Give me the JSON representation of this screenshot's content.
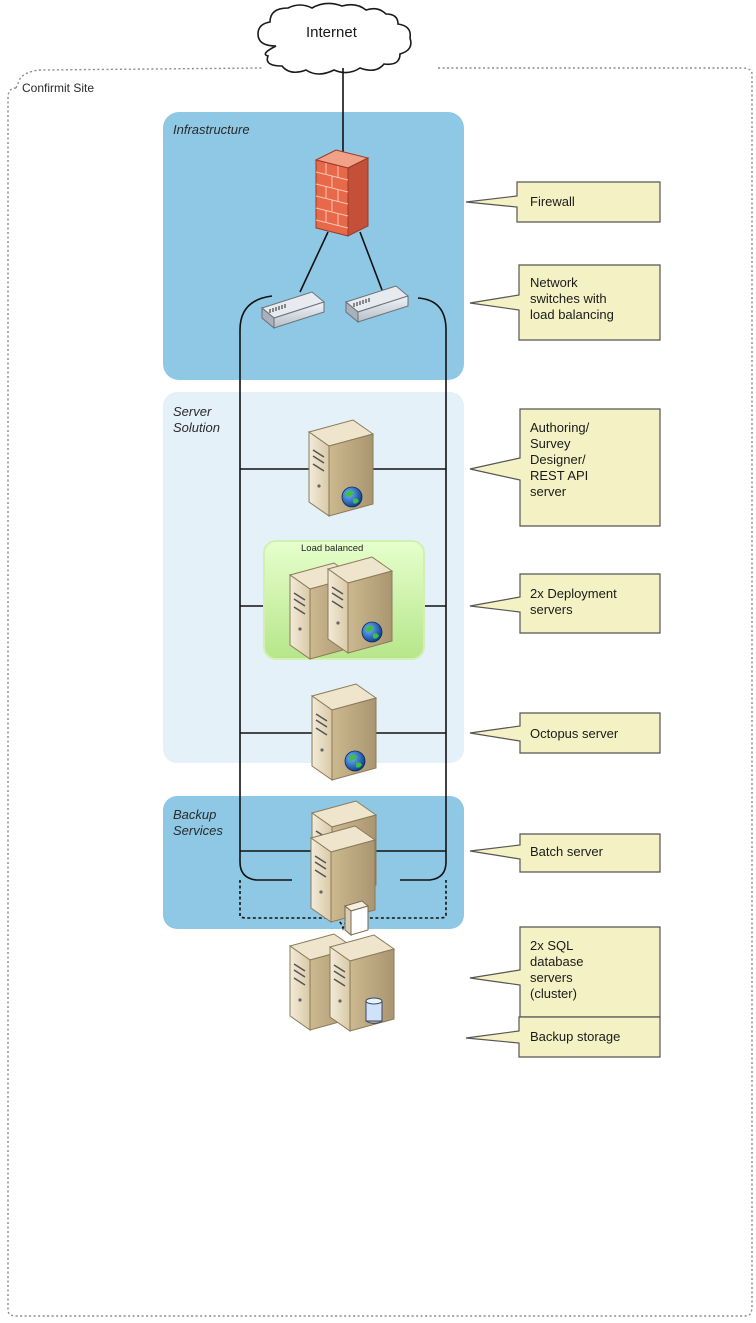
{
  "site_label": "Confirmit Site",
  "internet_label": "Internet",
  "zones": {
    "infrastructure": "Infrastructure",
    "server_solution": "Server\nSolution",
    "backup_services": "Backup\nServices"
  },
  "load_balanced_label": "Load balanced",
  "callouts": [
    "Firewall",
    "Network\nswitches with\nload balancing",
    "Authoring/\nSurvey\nDesigner/\nREST API\nserver",
    "2x Deployment\nservers",
    "Octopus server",
    "Batch server",
    "2x SQL\ndatabase\nservers\n(cluster)",
    "Backup storage"
  ],
  "colors": {
    "infrastructure_bg": "#8ec8e4",
    "server_solution_bg": "#e4f1f9",
    "backup_bg": "#8ec8e4",
    "callout_bg": "#f4f2c4",
    "callout_border": "#555555",
    "load_balanced_bg": "#c8f0a0",
    "firewall": "#e8684a"
  },
  "icons": [
    "cloud-icon",
    "firewall-icon",
    "network-switch-icon",
    "server-icon",
    "globe-icon",
    "database-icon",
    "backup-drive-icon"
  ]
}
